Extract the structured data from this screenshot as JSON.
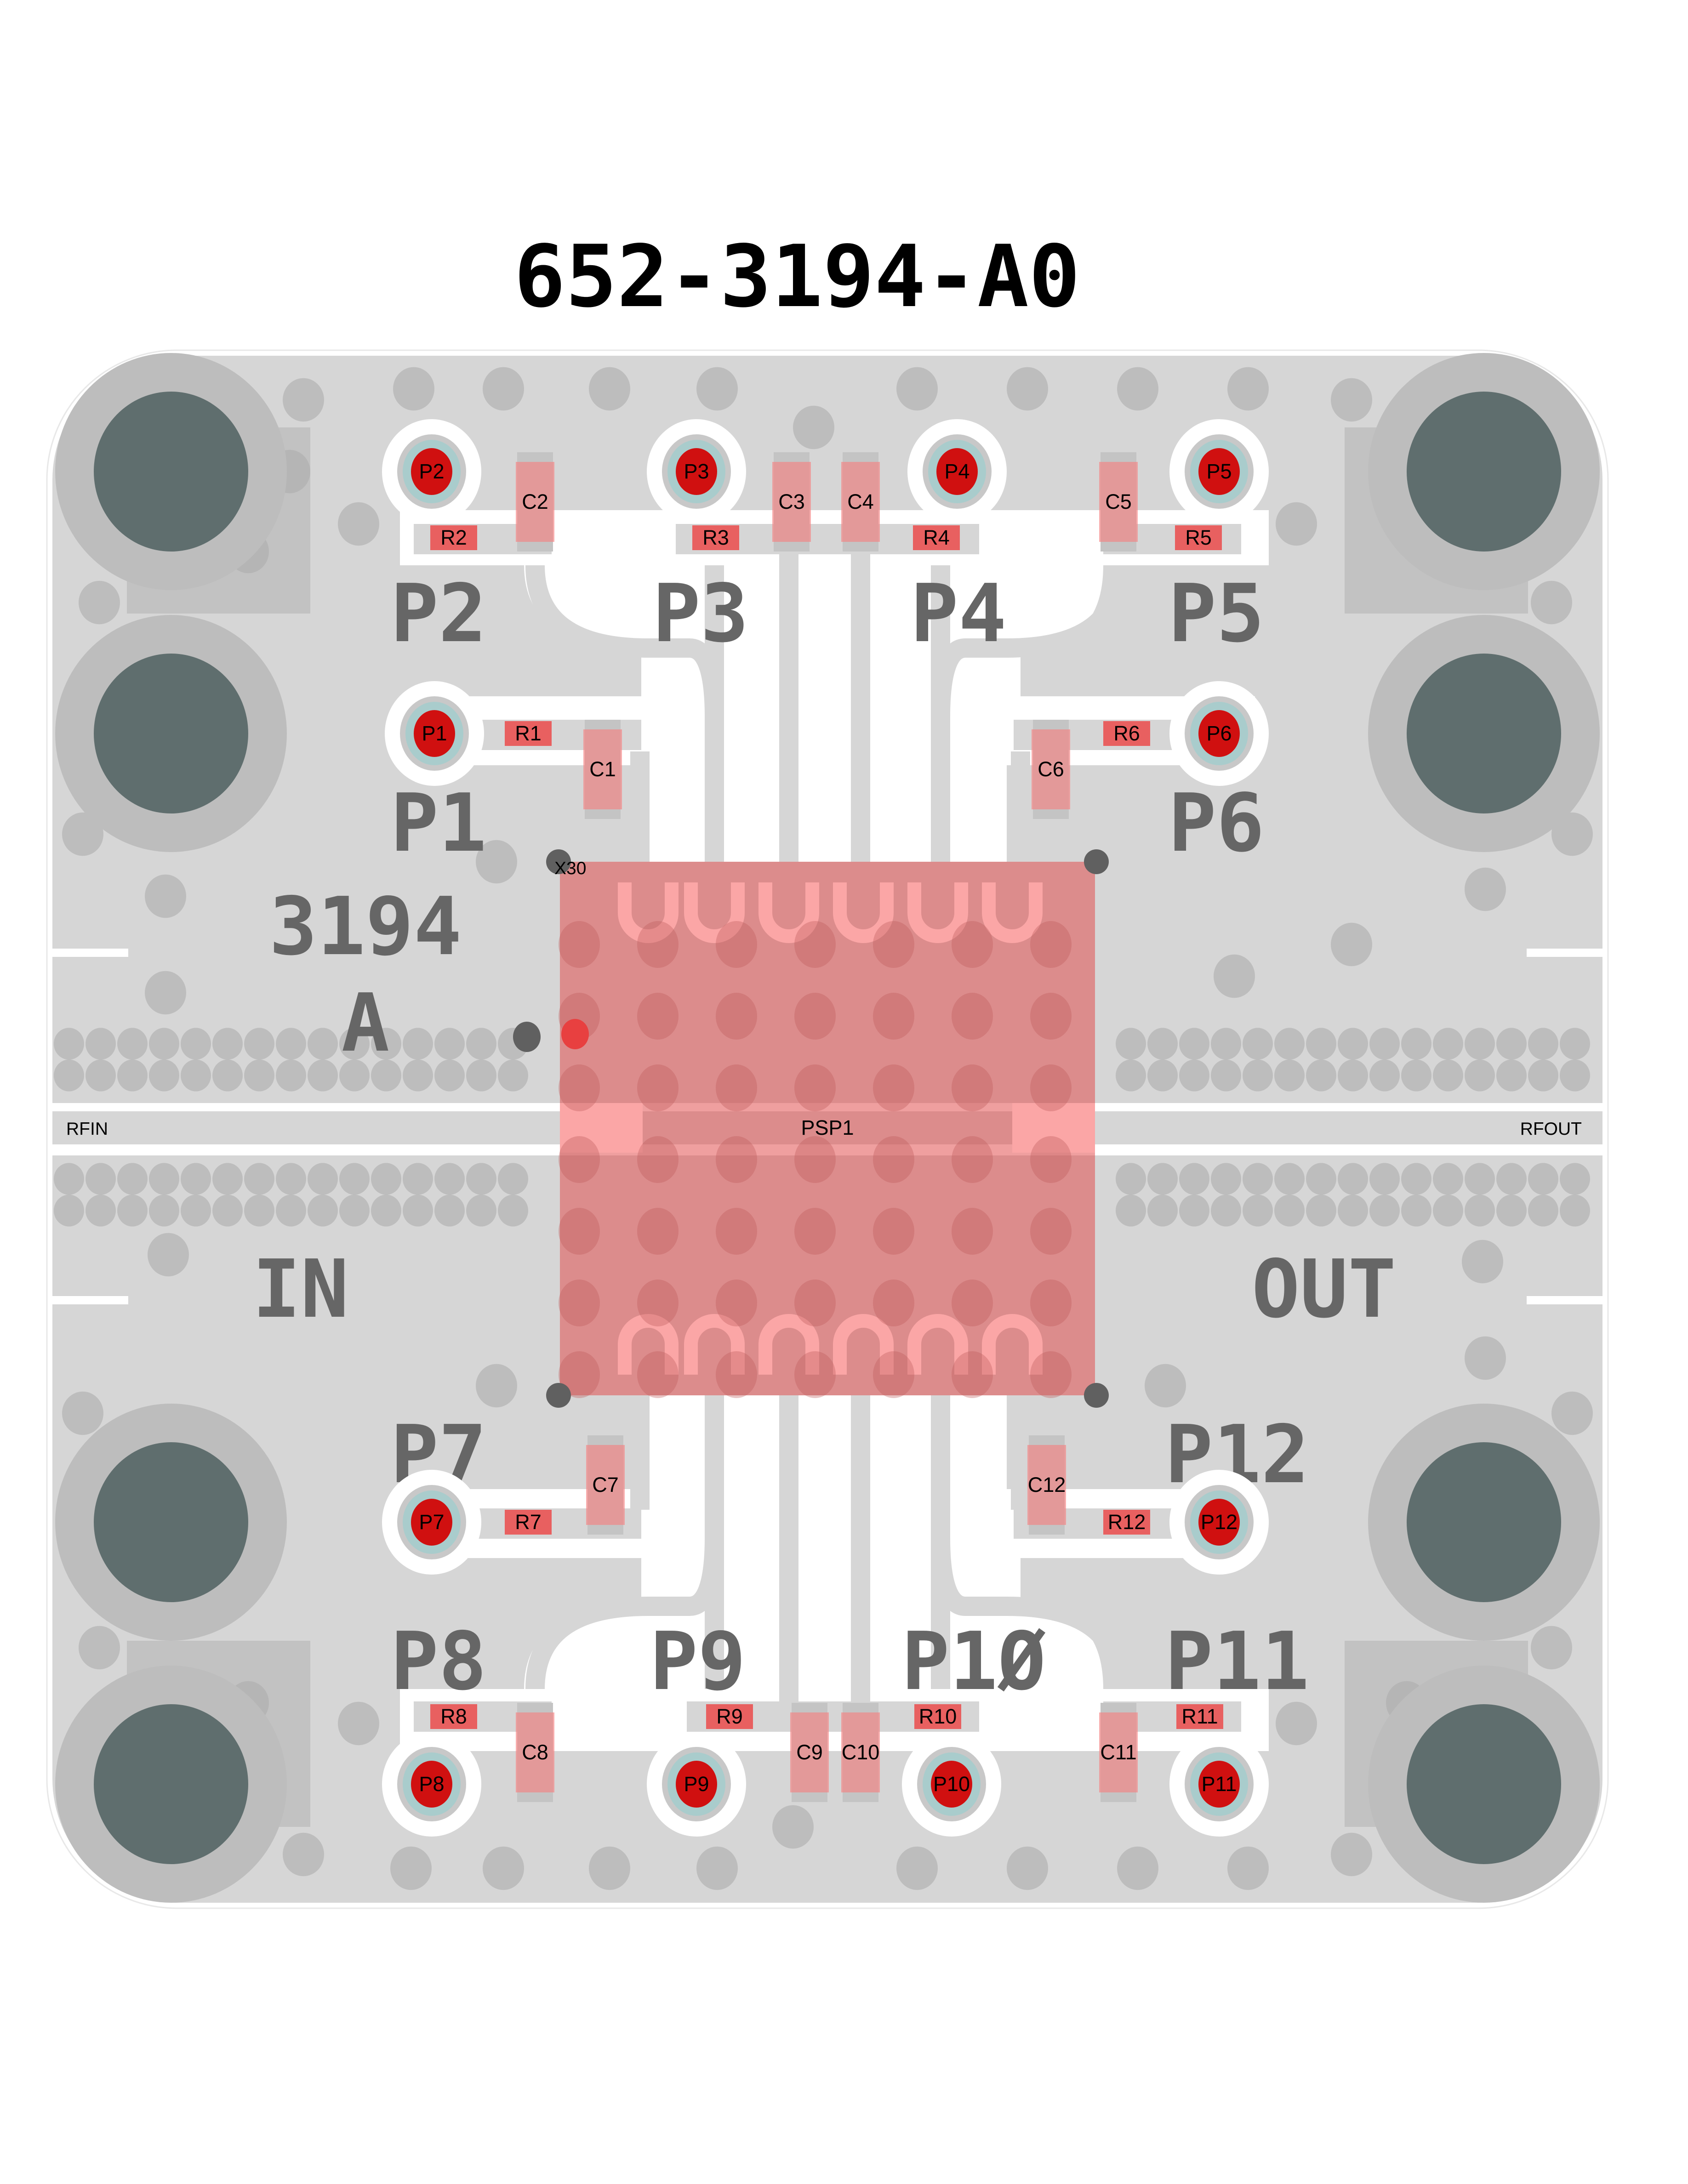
{
  "title": "652-3194-A0",
  "silkscreen": {
    "P1": "P1",
    "P2": "P2",
    "P3": "P3",
    "P4": "P4",
    "P5": "P5",
    "P6": "P6",
    "P7": "P7",
    "P8": "P8",
    "P9": "P9",
    "P10": "P1Ø",
    "P11": "P11",
    "P12": "P12",
    "part": "3194",
    "rev": "A",
    "in": "IN",
    "out": "OUT"
  },
  "pads": [
    "P1",
    "P2",
    "P3",
    "P4",
    "P5",
    "P6",
    "P7",
    "P8",
    "P9",
    "P10",
    "P11",
    "P12"
  ],
  "resistors": [
    "R1",
    "R2",
    "R3",
    "R4",
    "R5",
    "R6",
    "R7",
    "R8",
    "R9",
    "R10",
    "R11",
    "R12"
  ],
  "capacitors": [
    "C1",
    "C2",
    "C3",
    "C4",
    "C5",
    "C6",
    "C7",
    "C8",
    "C9",
    "C10",
    "C11",
    "C12"
  ],
  "chip": {
    "ref": "PSP1",
    "marker": "X30"
  },
  "nets": {
    "rf_in": "RFIN",
    "rf_out": "RFOUT"
  },
  "colors": {
    "board": "#d6d6d6",
    "hole": "#5f6e6e",
    "pad": "#d01010",
    "chip": "#e06868",
    "silk": "#666666"
  }
}
